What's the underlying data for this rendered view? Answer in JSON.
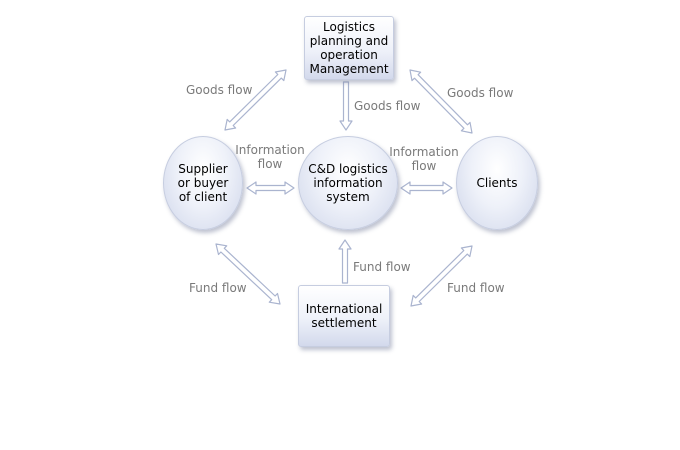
{
  "nodes": {
    "logistics_planning": {
      "lines": [
        "Logistics",
        "planning and",
        "operation",
        "Management"
      ]
    },
    "supplier": {
      "lines": [
        "Supplier",
        "or buyer",
        "of client"
      ]
    },
    "info_system": {
      "lines": [
        "C&D logistics",
        "information",
        "system"
      ]
    },
    "clients": {
      "lines": [
        "Clients"
      ]
    },
    "settlement": {
      "lines": [
        "International",
        "settlement"
      ]
    }
  },
  "edge_labels": {
    "goods_left": "Goods flow",
    "goods_center": "Goods flow",
    "goods_right": "Goods flow",
    "info_left": [
      "Information",
      "flow"
    ],
    "info_right": [
      "Information",
      "flow"
    ],
    "fund_left": "Fund flow",
    "fund_center": "Fund flow",
    "fund_right": "Fund flow"
  },
  "colors": {
    "arrow_fill": "#ffffff",
    "arrow_stroke": "#aab4cf",
    "node_border": "#c6cde0",
    "label_text": "#7a7a7a"
  }
}
